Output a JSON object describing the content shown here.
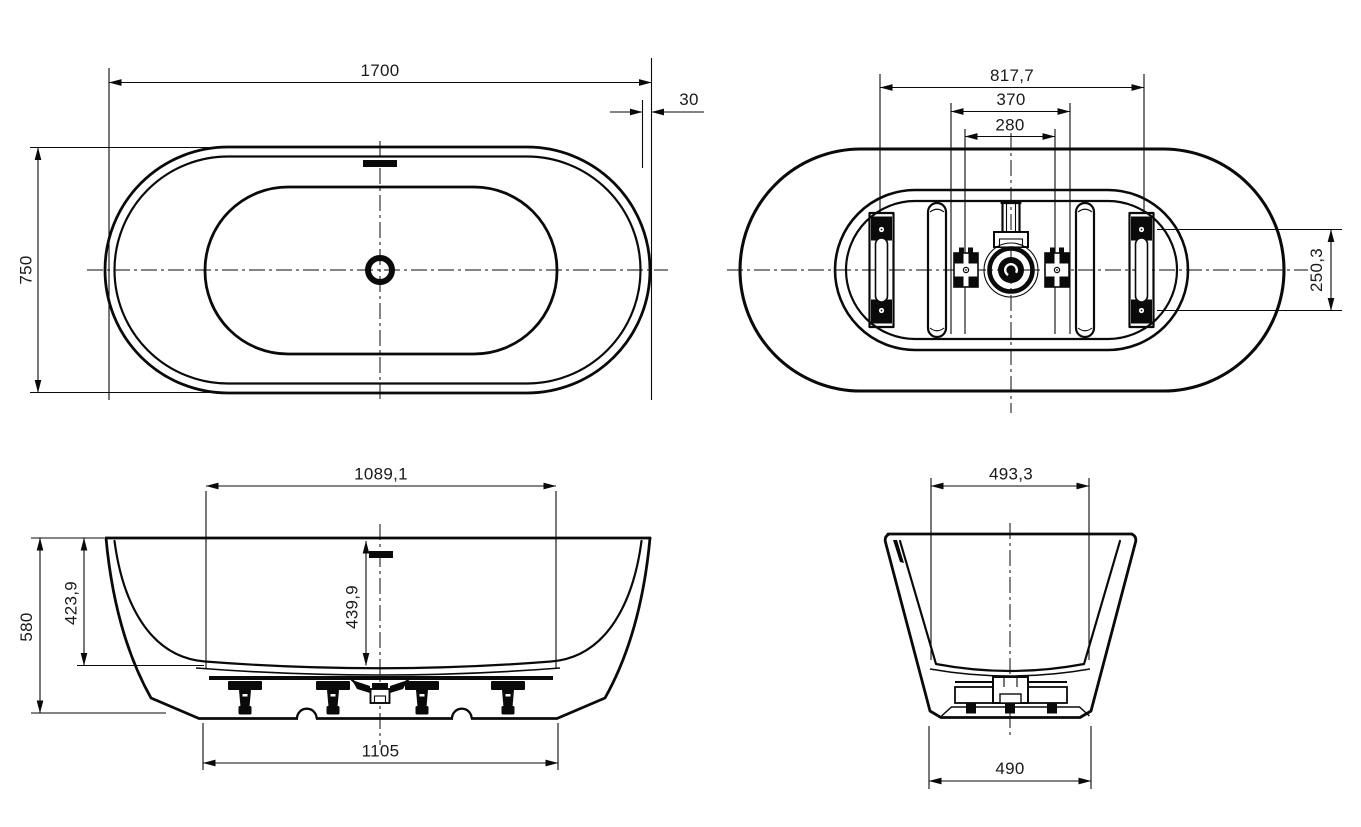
{
  "colors": {
    "background": "#ffffff",
    "lines": "#0a0a0a",
    "dimension_text": "#1a1a1a"
  },
  "views": {
    "top": {
      "dims": {
        "overall_length": "1700",
        "rim_offset": "30",
        "overall_width": "750"
      }
    },
    "bottom": {
      "dims": {
        "mounting_rail_span": "817,7",
        "drain_bracket_outer_span": "370",
        "drain_bracket_screw_span": "280",
        "rail_screw_spacing": "250,3"
      }
    },
    "side": {
      "dims": {
        "inner_floor_length": "1089,1",
        "inner_depth": "439,9",
        "inner_wall_height": "423,9",
        "overall_height": "580",
        "base_length": "1105"
      }
    },
    "end": {
      "dims": {
        "inner_floor_width": "493,3",
        "base_width": "490"
      }
    }
  }
}
